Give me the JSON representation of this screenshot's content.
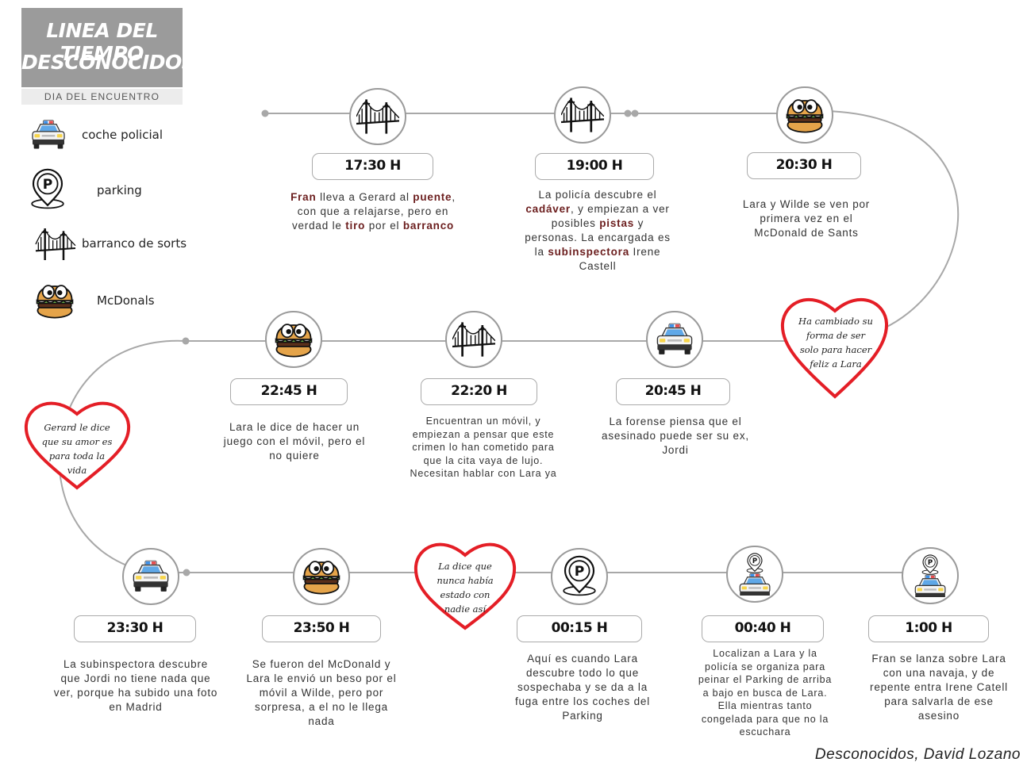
{
  "title": {
    "line1": "LINEA DEL TIEMPO",
    "line2": "DESCONOCIDOS"
  },
  "subtitle": "DIA DEL ENCUENTRO",
  "legend": [
    {
      "icon": "police-car-icon",
      "label": "coche policial"
    },
    {
      "icon": "parking-icon",
      "label": "parking"
    },
    {
      "icon": "bridge-icon",
      "label": "barranco de sorts"
    },
    {
      "icon": "burger-icon",
      "label": "McDonals"
    }
  ],
  "events": [
    {
      "time": "17:30 H",
      "icon": "bridge-icon",
      "desc": [
        [
          "b",
          "Fran"
        ],
        [
          "t",
          " lleva a Gerard al "
        ],
        [
          "b",
          "puente"
        ],
        [
          "t",
          ", con que a relajarse, pero en verdad le "
        ],
        [
          "b",
          "tiro"
        ],
        [
          "t",
          " por el "
        ],
        [
          "b",
          "barranco"
        ]
      ]
    },
    {
      "time": "19:00 H",
      "icon": "bridge-icon",
      "desc": [
        [
          "t",
          "La policía descubre el "
        ],
        [
          "b",
          "cadáver"
        ],
        [
          "t",
          ", y empiezan a ver posibles "
        ],
        [
          "b",
          "pistas"
        ],
        [
          "t",
          " y personas. La encargada es la "
        ],
        [
          "b",
          "subinspectora"
        ],
        [
          "t",
          " Irene Castell"
        ]
      ]
    },
    {
      "time": "20:30 H",
      "icon": "burger-icon",
      "desc": [
        [
          "t",
          "Lara y Wilde se ven por primera vez en el McDonald de Sants"
        ]
      ]
    },
    {
      "time": "20:45 H",
      "icon": "police-car-icon",
      "desc": [
        [
          "t",
          "La forense piensa que el asesinado puede ser su ex, Jordi"
        ]
      ]
    },
    {
      "time": "22:20 H",
      "icon": "bridge-icon",
      "desc": [
        [
          "t",
          "Encuentran un móvil, y empiezan a pensar que este crimen lo han cometido para que la cita vaya de lujo. Necesitan hablar con Lara ya"
        ]
      ]
    },
    {
      "time": "22:45 H",
      "icon": "burger-icon",
      "desc": [
        [
          "t",
          "Lara le dice de hacer un juego con el móvil, pero el no quiere"
        ]
      ]
    },
    {
      "time": "23:30 H",
      "icon": "police-car-icon",
      "desc": [
        [
          "t",
          "La subinspectora descubre que Jordi no tiene nada que ver, porque ha subido una foto en Madrid"
        ]
      ]
    },
    {
      "time": "23:50 H",
      "icon": "burger-icon",
      "desc": [
        [
          "t",
          "Se fueron del McDonald y Lara le envió un beso por el móvil a Wilde, pero por sorpresa, a el no le llega nada"
        ]
      ]
    },
    {
      "time": "00:15 H",
      "icon": "parking-icon",
      "desc": [
        [
          "t",
          "Aquí es cuando Lara descubre todo lo que sospechaba y se da a la fuga entre los coches del Parking"
        ]
      ]
    },
    {
      "time": "00:40 H",
      "icon": "police-parking-icon",
      "desc": [
        [
          "t",
          "Localizan a Lara y la policía se organiza para peinar el Parking de arriba a bajo en busca de Lara. Ella mientras tanto congelada para que no la escuchara"
        ]
      ]
    },
    {
      "time": "1:00 H",
      "icon": "police-parking-icon",
      "desc": [
        [
          "t",
          "Fran se lanza sobre Lara con una navaja, y de repente entra Irene Catell para salvarla de ese asesino"
        ]
      ]
    }
  ],
  "hearts": [
    {
      "text": "Ha cambiado su forma de ser solo para hacer feliz a Lara"
    },
    {
      "text": "Gerard le dice que su amor es para toda la vida"
    },
    {
      "text": "La dice que nunca había estado con nadie así"
    }
  ],
  "credit": "Desconocidos, David Lozano",
  "colors": {
    "heart": "#e41e26",
    "line": "#a8a8a8",
    "title_bg": "#9b9b9b",
    "bold_text": "#6b1d1d"
  }
}
